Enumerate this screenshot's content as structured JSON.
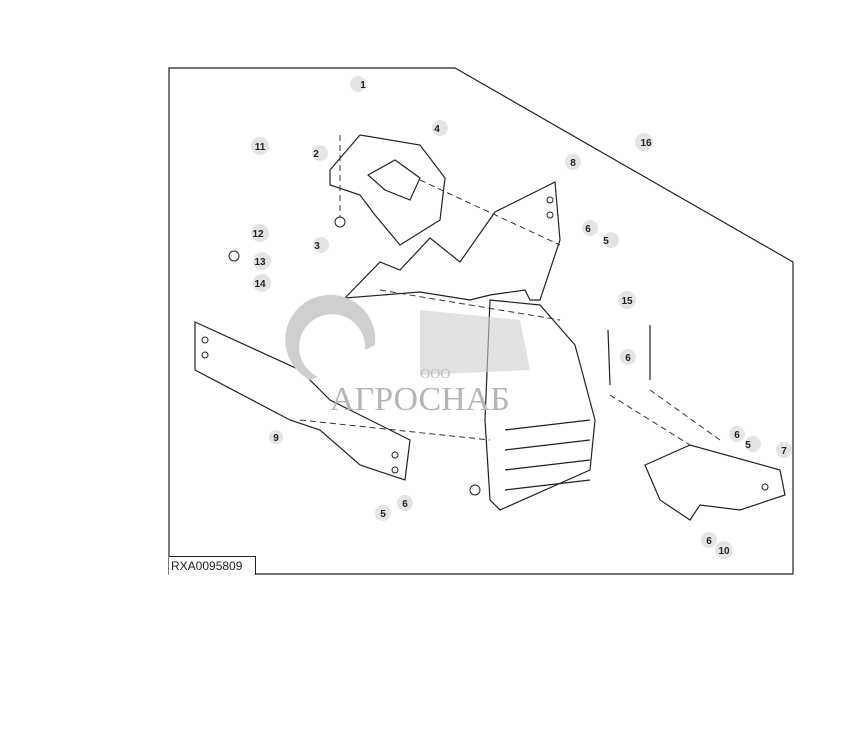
{
  "figure_id": "RXA0095809",
  "watermark": {
    "prefix": "ООО",
    "name": "АГРОСНАБ"
  },
  "callouts": [
    "1",
    "2",
    "3",
    "4",
    "5",
    "6",
    "8",
    "16",
    "11",
    "12",
    "13",
    "14",
    "15",
    "6",
    "9",
    "5",
    "6",
    "6",
    "5",
    "7",
    "6",
    "10"
  ],
  "colors": {
    "line": "#222222",
    "callout_bg": "#e4e4e4",
    "watermark": "#cfcfcf"
  }
}
